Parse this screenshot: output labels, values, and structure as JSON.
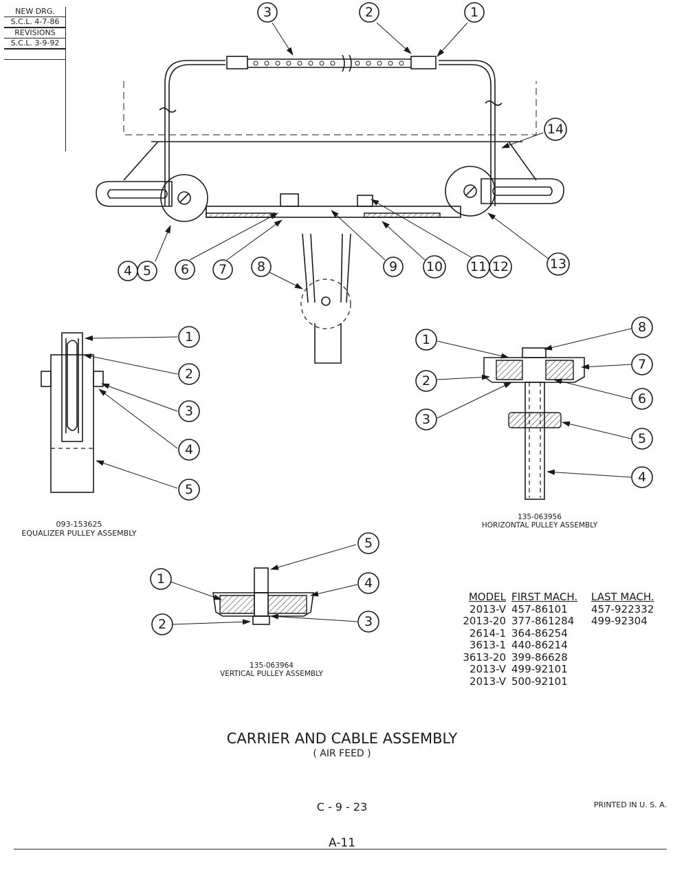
{
  "revision_block": {
    "new_drg_label": "NEW DRG.",
    "new_drg_entry": "S.C.L. 4-7-86",
    "revisions_label": "REVISIONS",
    "revisions_entry": "S.C.L. 3-9-92"
  },
  "main_assembly": {
    "callouts": [
      "3",
      "2",
      "1",
      "14",
      "4",
      "5",
      "6",
      "7",
      "8",
      "9",
      "10",
      "11",
      "12",
      "13"
    ]
  },
  "equalizer_pulley": {
    "part_number": "093-153625",
    "title": "EQUALIZER PULLEY ASSEMBLY",
    "callouts": [
      "1",
      "2",
      "3",
      "4",
      "5"
    ]
  },
  "horizontal_pulley": {
    "part_number": "135-063956",
    "title": "HORIZONTAL PULLEY ASSEMBLY",
    "callouts": [
      "1",
      "2",
      "3",
      "8",
      "7",
      "6",
      "5",
      "4"
    ]
  },
  "vertical_pulley": {
    "part_number": "135-063964",
    "title": "VERTICAL PULLEY ASSEMBLY",
    "callouts": [
      "1",
      "2",
      "5",
      "4",
      "3"
    ]
  },
  "model_table": {
    "headers": [
      "MODEL",
      "FIRST MACH.",
      "LAST MACH."
    ],
    "rows": [
      [
        "2013-V",
        "457-86101",
        "457-922332"
      ],
      [
        "2013-20",
        "377-861284",
        ""
      ],
      [
        "2614-1",
        "364-86254",
        ""
      ],
      [
        "3613-1",
        "440-86214",
        ""
      ],
      [
        "3613-20",
        "399-86628",
        ""
      ],
      [
        "2013-V",
        "499-92101",
        "499-92304"
      ],
      [
        "2013-V",
        "500-92101",
        ""
      ]
    ]
  },
  "title": "CARRIER AND CABLE ASSEMBLY",
  "subtitle": "( AIR FEED )",
  "page_code": "C - 9 - 23",
  "printed_note": "PRINTED IN U. S. A.",
  "page_number": "A-11"
}
